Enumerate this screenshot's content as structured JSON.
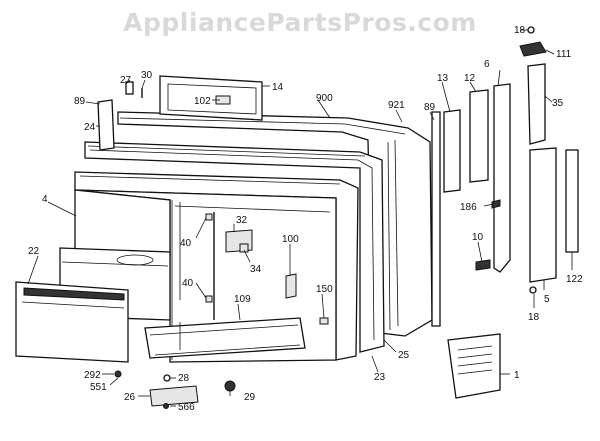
{
  "watermark": "AppliancePartsPros.com",
  "callouts": {
    "c18a": "18",
    "c111": "111",
    "c6": "6",
    "c35": "35",
    "c13": "13",
    "c12": "12",
    "c27": "27",
    "c30": "30",
    "c14": "14",
    "c900": "900",
    "c921": "921",
    "c89a": "89",
    "c89b": "89",
    "c102": "102",
    "c24": "24",
    "c4": "4",
    "c32": "32",
    "c40a": "40",
    "c34": "34",
    "c100": "100",
    "c22": "22",
    "c40b": "40",
    "c109": "109",
    "c150": "150",
    "c186": "186",
    "c10": "10",
    "c122": "122",
    "c18b": "18",
    "c5": "5",
    "c25": "25",
    "c23": "23",
    "c292": "292",
    "c551": "551",
    "c28": "28",
    "c26": "26",
    "c29": "29",
    "c566": "566",
    "c1": "1"
  }
}
